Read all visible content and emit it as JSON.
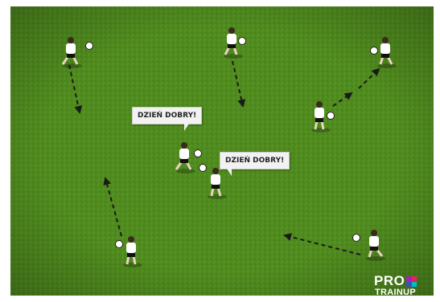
{
  "speech_bubbles": [
    {
      "text": "DZIEŃ DOBRY!"
    },
    {
      "text": "DZIEŃ DOBRY!"
    }
  ],
  "logo": {
    "line1": "PRO",
    "line2": "TRAINUP",
    "colors": [
      "#9c27b0",
      "#e91e63",
      "#3f51b5",
      "#00bcd4"
    ]
  },
  "colors": {
    "grass": "#4f8a1e",
    "grass_dark": "#3f7416",
    "shirt": "#ffffff",
    "shorts": "#111111",
    "arrow": "#1a1a1a"
  }
}
